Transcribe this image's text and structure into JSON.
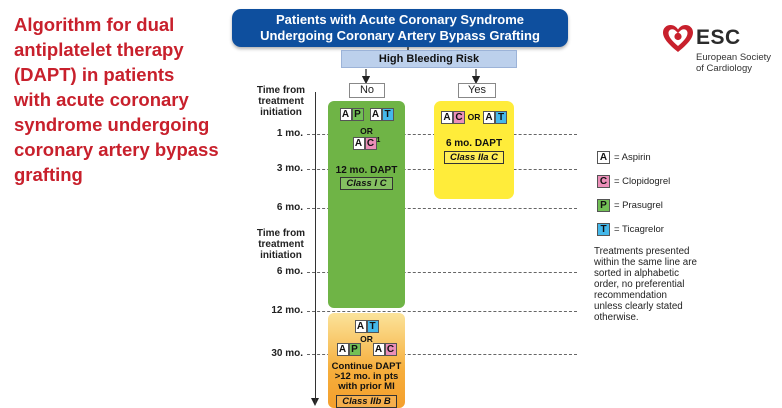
{
  "title_lines": [
    "Algorithm for dual",
    "antiplatelet therapy",
    "(DAPT) in patients",
    "with acute coronary",
    "syndrome undergoing",
    "coronary artery bypass",
    "grafting"
  ],
  "header": {
    "line1": "Patients with Acute Coronary Syndrome",
    "line2": "Undergoing Coronary Artery Bypass Grafting"
  },
  "high_bleeding_risk": "High Bleeding Risk",
  "no_label": "No",
  "yes_label": "Yes",
  "time_label_top": [
    "Time from",
    "treatment",
    "initiation"
  ],
  "time_label_mid": [
    "Time from",
    "treatment",
    "initiation"
  ],
  "timepoints": [
    "1 mo.",
    "3 mo.",
    "6 mo.",
    "6 mo.",
    "12 mo.",
    "30 mo."
  ],
  "drug_letters": {
    "a": "A",
    "c": "C",
    "p": "P",
    "t": "T"
  },
  "or_text": "OR",
  "superscript": "1",
  "green_box": {
    "duration": "12 mo. DAPT",
    "class_label": "Class I C"
  },
  "yellow_box": {
    "duration": "6 mo. DAPT",
    "class_label": "Class IIa C"
  },
  "orange_box": {
    "line1": "Continue DAPT",
    "line2": ">12 mo. in pts",
    "line3": "with prior MI",
    "class_label": "Class IIb B"
  },
  "legend": [
    {
      "letter": "A",
      "label": "= Aspirin",
      "color": "#ffffff"
    },
    {
      "letter": "C",
      "label": "= Clopidogrel",
      "color": "#ec8fb9"
    },
    {
      "letter": "P",
      "label": "= Prasugrel",
      "color": "#72c056"
    },
    {
      "letter": "T",
      "label": "= Ticagrelor",
      "color": "#44b8ea"
    }
  ],
  "note_lines": [
    "Treatments presented",
    "within the same line are",
    "sorted in alphabetic",
    "order, no preferential",
    "recommendation",
    "unless clearly stated",
    "otherwise."
  ],
  "esc": {
    "name": "ESC",
    "sub1": "European Society",
    "sub2": "of Cardiology"
  },
  "colors": {
    "title_red": "#c8202c",
    "header_blue": "#0e4f9e",
    "green": "#6fb446",
    "yellow": "#ffec3a",
    "orange": "#f6ae3c",
    "esc_red": "#c8202c"
  }
}
